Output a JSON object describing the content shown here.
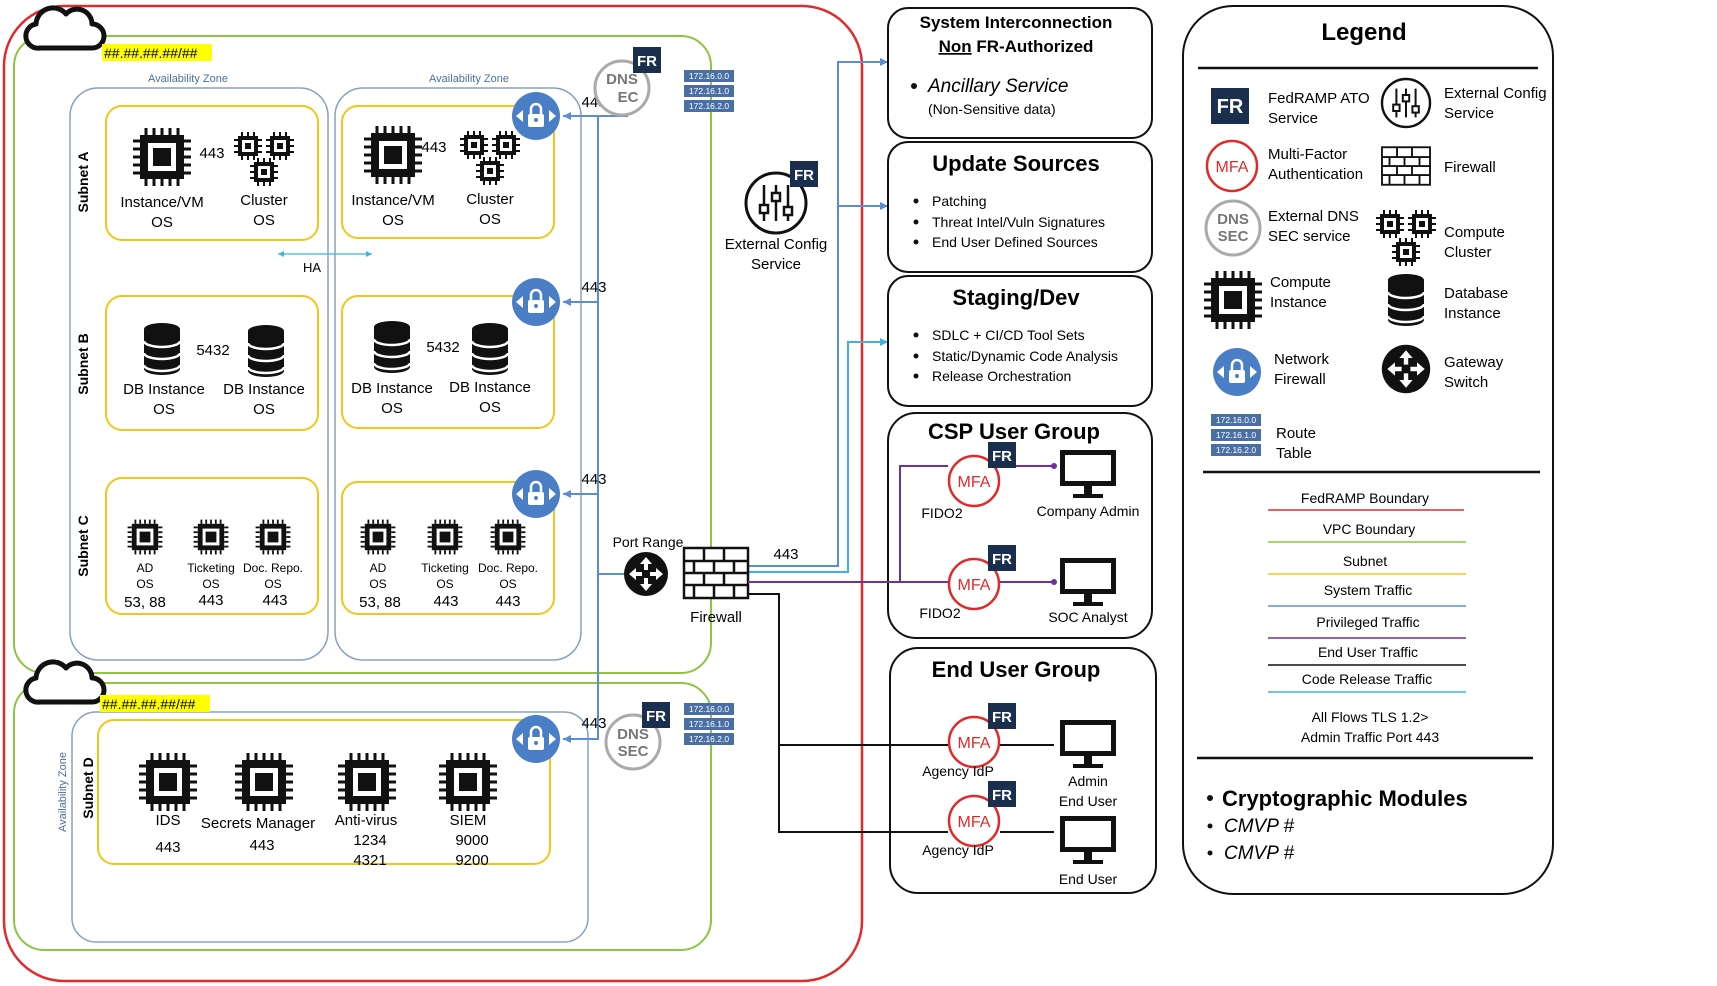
{
  "colors": {
    "fedramp": "#e32a2a",
    "vpc": "#8cc63f",
    "subnet": "#f5c518",
    "system": "#5b8dd6",
    "privileged": "#7030a0",
    "enduser": "#111111",
    "release": "#3fb3e0",
    "mfa": "#e02a2a",
    "netfw": "#4a7fc7",
    "route": "#4a6fa5",
    "fr": "#1a2f4e"
  },
  "vpc_top": {
    "cidr": "##.##.##.##/##",
    "az_left": "Availability Zone",
    "az_right": "Availability Zone",
    "ha": "HA"
  },
  "vpc_bottom": {
    "cidr": "##.##.##.##/##",
    "az": "Availability Zone"
  },
  "subnets": {
    "a": "Subnet A",
    "b": "Subnet B",
    "c": "Subnet C",
    "d": "Subnet D"
  },
  "subnet_a": {
    "instance1": "Instance/VM",
    "os1": "OS",
    "port": "443",
    "cluster": "Cluster",
    "os2": "OS"
  },
  "subnet_b": {
    "db1": "DB Instance",
    "os1": "OS",
    "port": "5432",
    "db2": "DB Instance",
    "os2": "OS"
  },
  "subnet_c": {
    "ad": "AD",
    "ad_os": "OS",
    "ad_port": "53, 88",
    "tick": "Ticketing",
    "tick_os": "OS",
    "tick_port": "443",
    "doc": "Doc. Repo.",
    "doc_os": "OS",
    "doc_port": "443"
  },
  "subnet_d": {
    "ids": "IDS",
    "ids_port": "443",
    "secrets": "Secrets Manager",
    "secrets_port": "443",
    "av": "Anti-virus",
    "av_port1": "1234",
    "av_port2": "4321",
    "siem": "SIEM",
    "siem_port1": "9000",
    "siem_port2": "9200"
  },
  "ports": {
    "p1": "443",
    "p2": "443",
    "p3": "443",
    "p4": "443",
    "fw": "443"
  },
  "dns": {
    "l1": "DNS",
    "l2": "EC",
    "l3": "DNS",
    "l4": "SEC"
  },
  "route_table": [
    "172.16.0.0",
    "172.16.1.0",
    "172.16.2.0"
  ],
  "fr": "FR",
  "mfa": "MFA",
  "gateway": {
    "label": "Port Range"
  },
  "firewall": {
    "label": "Firewall"
  },
  "ext_config": {
    "l1": "External Config",
    "l2": "Service"
  },
  "sysint": {
    "title1": "System Interconnection",
    "title2_u": "Non",
    "title2_rest": " FR-Authorized",
    "item": "Ancillary Service",
    "sub": "(Non-Sensitive data)"
  },
  "updates": {
    "title": "Update Sources",
    "items": [
      "Patching",
      "Threat Intel/Vuln Signatures",
      "End User Defined Sources"
    ]
  },
  "staging": {
    "title": "Staging/Dev",
    "items": [
      "SDLC + CI/CD Tool Sets",
      "Static/Dynamic Code Analysis",
      "Release Orchestration"
    ]
  },
  "csp": {
    "title": "CSP User Group",
    "fido1": "FIDO2",
    "fido2": "FIDO2",
    "admin": "Company Admin",
    "soc": "SOC Analyst"
  },
  "endusers": {
    "title": "End User Group",
    "idp1": "Agency IdP",
    "idp2": "Agency IdP",
    "admin1": "Admin",
    "admin2": "End User",
    "user": "End User"
  },
  "legend": {
    "title": "Legend",
    "fedramp1": "FedRAMP ATO",
    "fedramp2": "Service",
    "extcfg1": "External Config",
    "extcfg2": "Service",
    "mfa1": "Multi-Factor",
    "mfa2": "Authentication",
    "firewall": "Firewall",
    "dns1": "External DNS",
    "dns2": "SEC service",
    "cluster1": "Compute",
    "cluster2": "Cluster",
    "instance1": "Compute",
    "instance2": "Instance",
    "db1": "Database",
    "db2": "Instance",
    "netfw1": "Network",
    "netfw2": "Firewall",
    "gw1": "Gateway",
    "gw2": "Switch",
    "route1": "Route",
    "route2": "Table",
    "lines": [
      "FedRAMP Boundary",
      "VPC Boundary",
      "Subnet",
      "System Traffic",
      "Privileged Traffic",
      "End User Traffic",
      "Code Release Traffic"
    ],
    "note1": "All Flows TLS 1.2>",
    "note2": "Admin Traffic Port 443",
    "crypto_title": "Cryptographic Modules",
    "crypto1": "CMVP #",
    "crypto2": "CMVP #"
  }
}
